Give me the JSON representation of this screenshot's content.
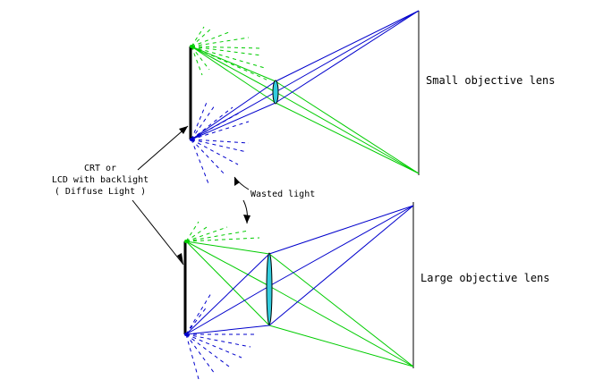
{
  "labels": {
    "source": [
      "CRT or",
      "LCD with backlight",
      "( Diffuse Light )"
    ],
    "wasted": "Wasted light",
    "small_lens": "Small objective lens",
    "large_lens": "Large objective lens"
  },
  "colors": {
    "screen": "#000000",
    "top_ray": "#00cc00",
    "bottom_ray": "#0000cc",
    "lens_fill": "#33ccdd",
    "lens_edge": "#000000",
    "arrow": "#000000",
    "background": "#ffffff"
  }
}
